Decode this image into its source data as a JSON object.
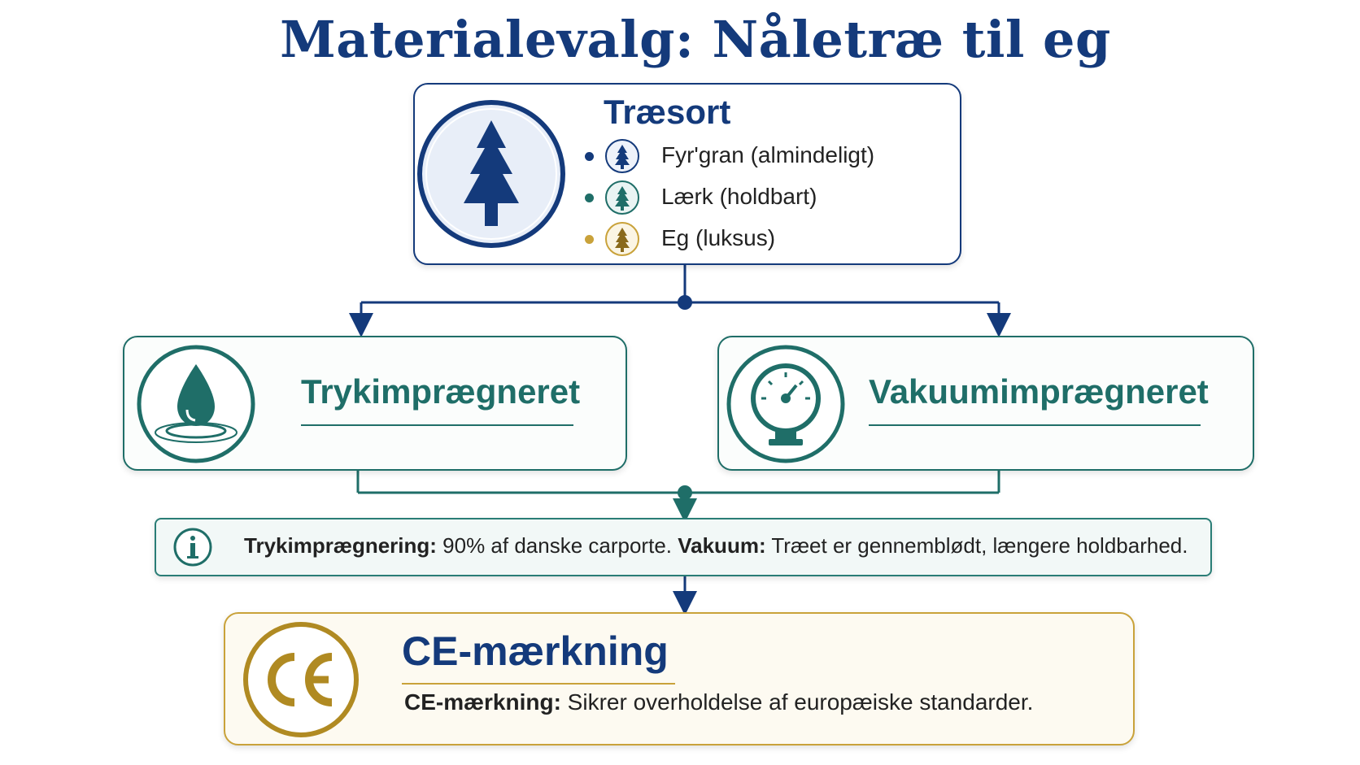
{
  "title": "Materialevalg: Nåletræ til eg",
  "species": {
    "heading": "Træsort",
    "icon": "pine-tree-icon",
    "items": [
      {
        "label": "Fyr'gran (almindeligt)",
        "color": "#143a7b",
        "icon": "tree-icon"
      },
      {
        "label": "Lærk (holdbart)",
        "color": "#1f6e68",
        "icon": "tree-icon"
      },
      {
        "label": "Eg (luksus)",
        "color": "#c9a23a",
        "icon": "tree-icon"
      }
    ]
  },
  "methods": [
    {
      "label": "Trykimprægneret",
      "icon": "water-drop-icon"
    },
    {
      "label": "Vakuumimprægneret",
      "icon": "pressure-gauge-icon"
    }
  ],
  "info": {
    "icon": "info-icon",
    "part1_bold": "Trykimprægnering:",
    "part1_text": " 90% af danske carporte. ",
    "part2_bold": "Vakuum:",
    "part2_text": " Træet er gennemblødt, længere holdbarhed."
  },
  "ce": {
    "heading": "CE-mærkning",
    "icon": "ce-mark-icon",
    "desc_bold": "CE-mærkning:",
    "desc_text": " Sikrer overholdelse af europæiske standarder."
  },
  "colors": {
    "navy": "#143a7b",
    "teal": "#1f6e68",
    "gold": "#c9a23a"
  }
}
